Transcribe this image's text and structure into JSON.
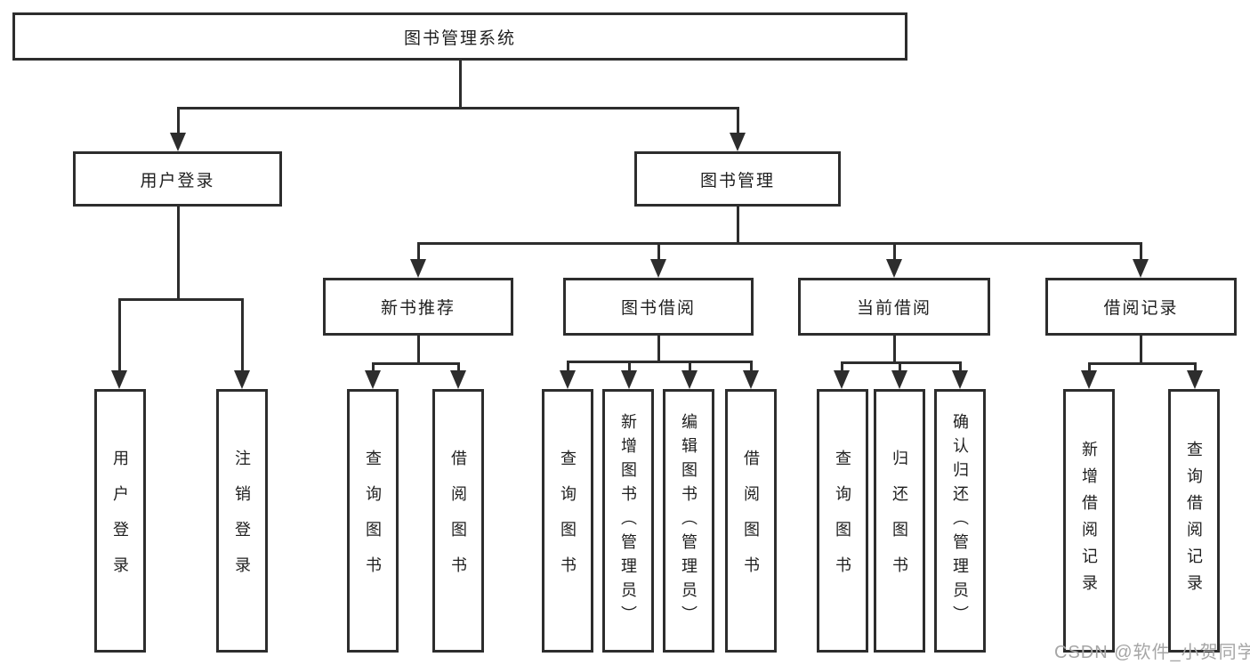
{
  "diagram": {
    "title": "图书管理系统",
    "root": {
      "label": "图书管理系统"
    },
    "level2": [
      {
        "label": "用户登录"
      },
      {
        "label": "图书管理"
      }
    ],
    "level3": [
      {
        "label": "新书推荐"
      },
      {
        "label": "图书借阅"
      },
      {
        "label": "当前借阅"
      },
      {
        "label": "借阅记录"
      }
    ],
    "leaves": {
      "user_login": [
        "用户登录",
        "注销登录"
      ],
      "new_book_recommend": [
        "查询图书",
        "借阅图书"
      ],
      "book_borrow": [
        "查询图书",
        "新增图书（管理员）",
        "编辑图书（管理员）",
        "借阅图书"
      ],
      "current_borrow": [
        "查询图书",
        "归还图书",
        "确认归还（管理员）"
      ],
      "borrow_record": [
        "新增借阅记录",
        "查询借阅记录"
      ]
    },
    "watermark": "CSDN @软件_小贺同学",
    "colors": {
      "line": "#2d2d2d",
      "text": "#1f1f1f",
      "watermark": "#a6a6a6",
      "background": "#ffffff"
    }
  }
}
